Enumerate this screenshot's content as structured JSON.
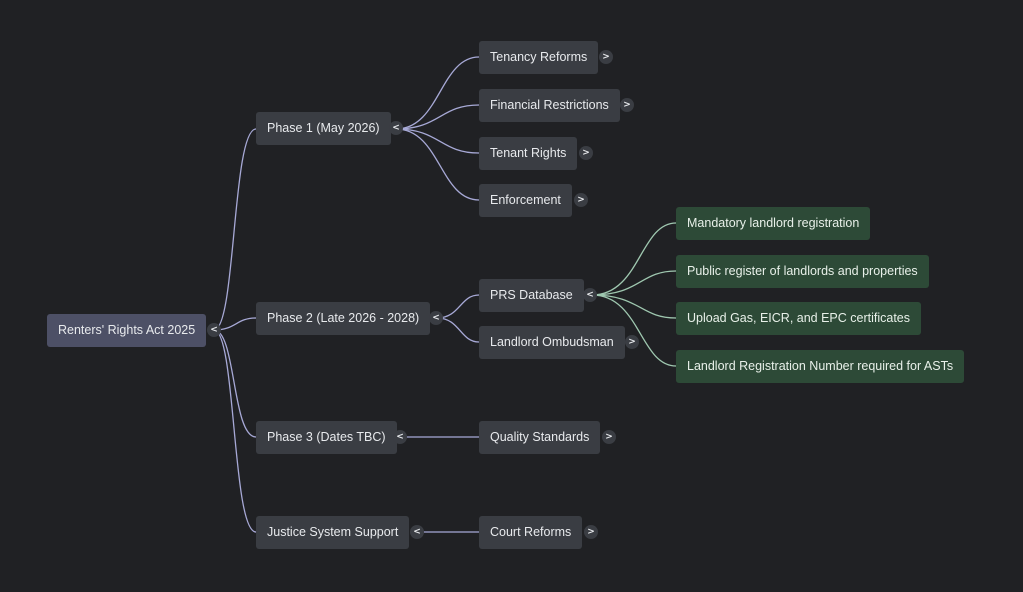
{
  "colors": {
    "background": "#202124",
    "root_fill": "#4d5066",
    "branch_fill": "#3a3d43",
    "leaf_fill": "#2d4a37",
    "link_purple": "#a7a9d6",
    "link_green": "#9fc8b0"
  },
  "root": {
    "label": "Renters' Rights Act 2025",
    "toggle": "<"
  },
  "phase1": {
    "label": "Phase 1 (May 2026)",
    "toggle": "<",
    "children": [
      {
        "label": "Tenancy Reforms",
        "toggle": ">"
      },
      {
        "label": "Financial Restrictions",
        "toggle": ">"
      },
      {
        "label": "Tenant Rights",
        "toggle": ">"
      },
      {
        "label": "Enforcement",
        "toggle": ">"
      }
    ]
  },
  "phase2": {
    "label": "Phase 2 (Late 2026 - 2028)",
    "toggle": "<",
    "prs": {
      "label": "PRS Database",
      "toggle": "<",
      "children": [
        {
          "label": "Mandatory landlord registration"
        },
        {
          "label": "Public register of landlords and properties"
        },
        {
          "label": "Upload Gas, EICR, and EPC certificates"
        },
        {
          "label": "Landlord Registration Number required for ASTs"
        }
      ]
    },
    "ombudsman": {
      "label": "Landlord Ombudsman",
      "toggle": ">"
    }
  },
  "phase3": {
    "label": "Phase 3 (Dates TBC)",
    "toggle": "<",
    "child": {
      "label": "Quality Standards",
      "toggle": ">"
    }
  },
  "justice": {
    "label": "Justice System Support",
    "toggle": "<",
    "child": {
      "label": "Court Reforms",
      "toggle": ">"
    }
  }
}
